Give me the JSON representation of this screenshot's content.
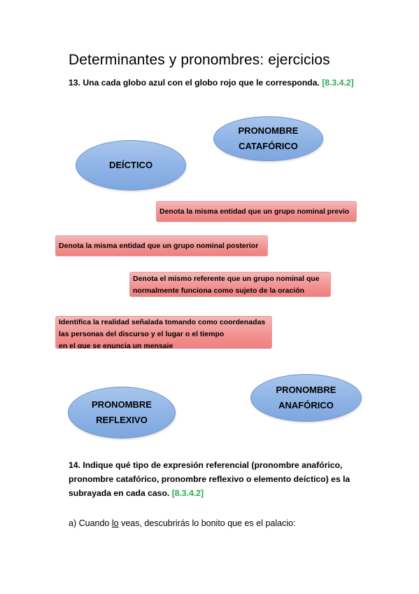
{
  "title": "Determinantes y pronombres: ejercicios",
  "q13": {
    "text": "13. Una cada globo azul con el globo rojo que le corresponda.",
    "ref": "[8.3.4.2]"
  },
  "blue": {
    "cataforico": [
      "PRONOMBRE",
      "CATAFÓRICO"
    ],
    "deictico": "DEÍCTICO",
    "reflexivo": [
      "PRONOMBRE",
      "REFLEXIVO"
    ],
    "anaforico": [
      "PRONOMBRE",
      "ANAFÓRICO"
    ]
  },
  "red": {
    "previo": "Denota la misma entidad que un grupo nominal previo",
    "posterior": "Denota la misma entidad que un grupo nominal posterior",
    "sujeto": [
      "Denota el mismo referente que un grupo nominal que",
      "normalmente funciona como sujeto de la oración"
    ],
    "deixis": [
      "Identifica la realidad señalada tomando como coordenadas",
      "las personas del discurso y el lugar o el tiempo",
      "en el que se enuncia un mensaje"
    ]
  },
  "q14": {
    "lines": [
      "14.  Indique qué tipo de expresión referencial (pronombre anafórico,",
      "pronombre catafórico, pronombre reflexivo o elemento deíctico) es la",
      "subrayada en cada caso."
    ],
    "ref": "[8.3.4.2]"
  },
  "answer_a": {
    "pre": "a) Cuando ",
    "under": "lo",
    "post": " veas, descubrirás lo bonito que es el palacio:"
  }
}
